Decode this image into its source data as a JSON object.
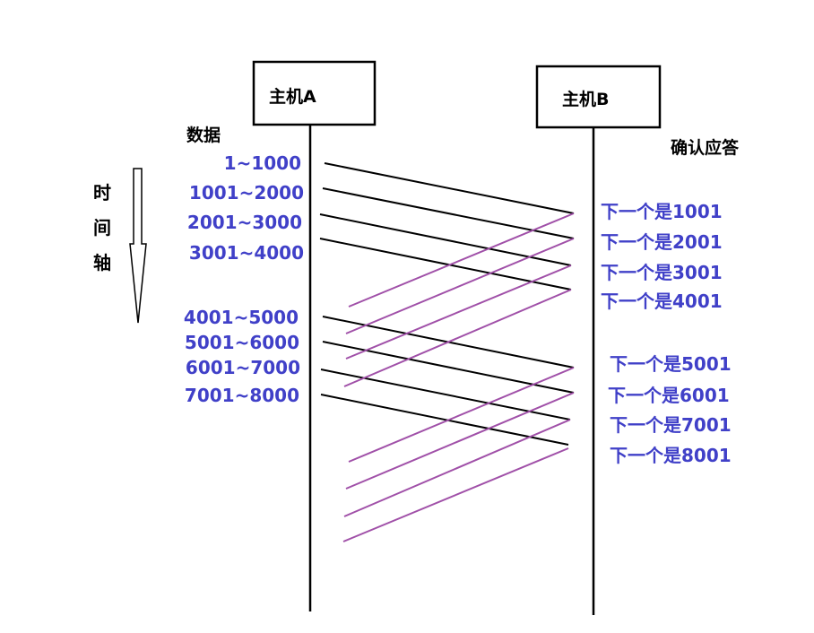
{
  "host_a": {
    "label": "主机A"
  },
  "host_b": {
    "label": "主机B"
  },
  "data_header": "数据",
  "ack_header": "确认应答",
  "time_axis_chars": [
    "时",
    "间",
    "轴"
  ],
  "data_segments": [
    "1~1000",
    "1001~2000",
    "2001~3000",
    "3001~4000",
    "4001~5000",
    "5001~6000",
    "6001~7000",
    "7001~8000"
  ],
  "ack_labels": [
    "下一个是1001",
    "下一个是2001",
    "下一个是3001",
    "下一个是4001",
    "下一个是5001",
    "下一个是6001",
    "下一个是7001",
    "下一个是8001"
  ],
  "colors": {
    "label_blue": "#4040c8",
    "data_line": "#000000",
    "ack_line": "#a050a8",
    "host_box": "#000000"
  }
}
